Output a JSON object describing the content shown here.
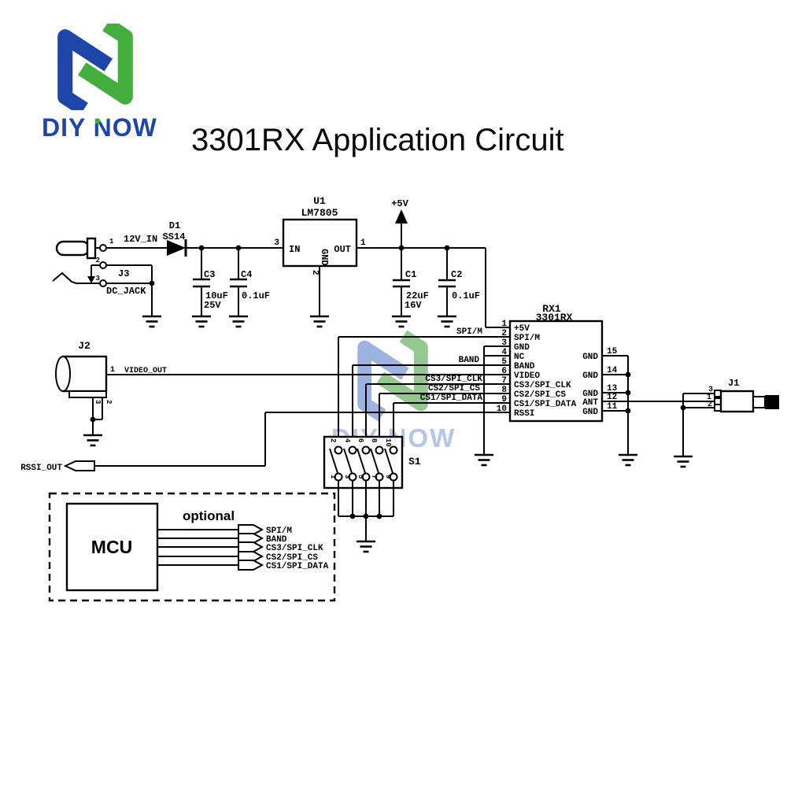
{
  "brand": {
    "pre": "DIY ",
    "n": "N",
    "post": "OW",
    "blue": "#1e46a9",
    "green": "#43ae3c"
  },
  "title": "3301RX Application Circuit",
  "watermark": {
    "text": "DIY NOW",
    "color": "#b5c6e6"
  },
  "components": {
    "u1": {
      "ref": "U1",
      "part": "LM7805",
      "pin_in_num": "3",
      "pin_in": "IN",
      "pin_out_num": "1",
      "pin_out": "OUT",
      "pin_gnd_num": "2",
      "pin_gnd": "GND"
    },
    "d1": {
      "ref": "D1",
      "part": "SS14"
    },
    "c1": {
      "ref": "C1",
      "value": "22uF",
      "voltage": "16V"
    },
    "c2": {
      "ref": "C2",
      "value": "0.1uF"
    },
    "c3": {
      "ref": "C3",
      "value": "10uF",
      "voltage": "25V"
    },
    "c4": {
      "ref": "C4",
      "value": "0.1uF"
    },
    "j1": {
      "ref": "J1",
      "pin_top": "3",
      "pin_mid": "1",
      "pin_bot": "2"
    },
    "j2": {
      "ref": "J2",
      "pin1": "1",
      "pin2": "2",
      "pin3": "3"
    },
    "j3": {
      "ref": "J3",
      "name": "DC_JACK",
      "pin1": "1",
      "pin2": "2",
      "pin3": "3"
    },
    "s1": {
      "ref": "S1",
      "top_pins": [
        "2",
        "4",
        "6",
        "8",
        "10"
      ],
      "bottom_pins": [
        "1",
        "3",
        "5",
        "7",
        "9"
      ]
    },
    "rx1": {
      "ref": "RX1",
      "part": "3301RX",
      "left_pins": [
        {
          "num": "1",
          "label": "+5V"
        },
        {
          "num": "2",
          "label": "SPI/M"
        },
        {
          "num": "3",
          "label": "GND"
        },
        {
          "num": "4",
          "label": "NC"
        },
        {
          "num": "5",
          "label": "BAND"
        },
        {
          "num": "6",
          "label": "VIDEO"
        },
        {
          "num": "7",
          "label": "CS3/SPI_CLK"
        },
        {
          "num": "8",
          "label": "CS2/SPI_CS"
        },
        {
          "num": "9",
          "label": "CS1/SPI_DATA"
        },
        {
          "num": "10",
          "label": "RSSI"
        }
      ],
      "right_pins": [
        {
          "num": "15",
          "label": "GND"
        },
        {
          "num": "14",
          "label": "GND"
        },
        {
          "num": "13",
          "label": "GND"
        },
        {
          "num": "12",
          "label": "ANT"
        },
        {
          "num": "11",
          "label": "GND"
        }
      ]
    },
    "mcu": {
      "label": "MCU",
      "note": "optional",
      "outputs": [
        "SPI/M",
        "BAND",
        "CS3/SPI_CLK",
        "CS2/SPI_CS",
        "CS1/SPI_DATA"
      ]
    }
  },
  "nets": {
    "v12": "12V_IN",
    "v5": "+5V",
    "video": "VIDEO_OUT",
    "rssi": "RSSI_OUT",
    "spi_m": "SPI/M",
    "band": "BAND",
    "cs3": "CS3/SPI_CLK",
    "cs2": "CS2/SPI_CS",
    "cs1": "CS1/SPI_DATA"
  }
}
